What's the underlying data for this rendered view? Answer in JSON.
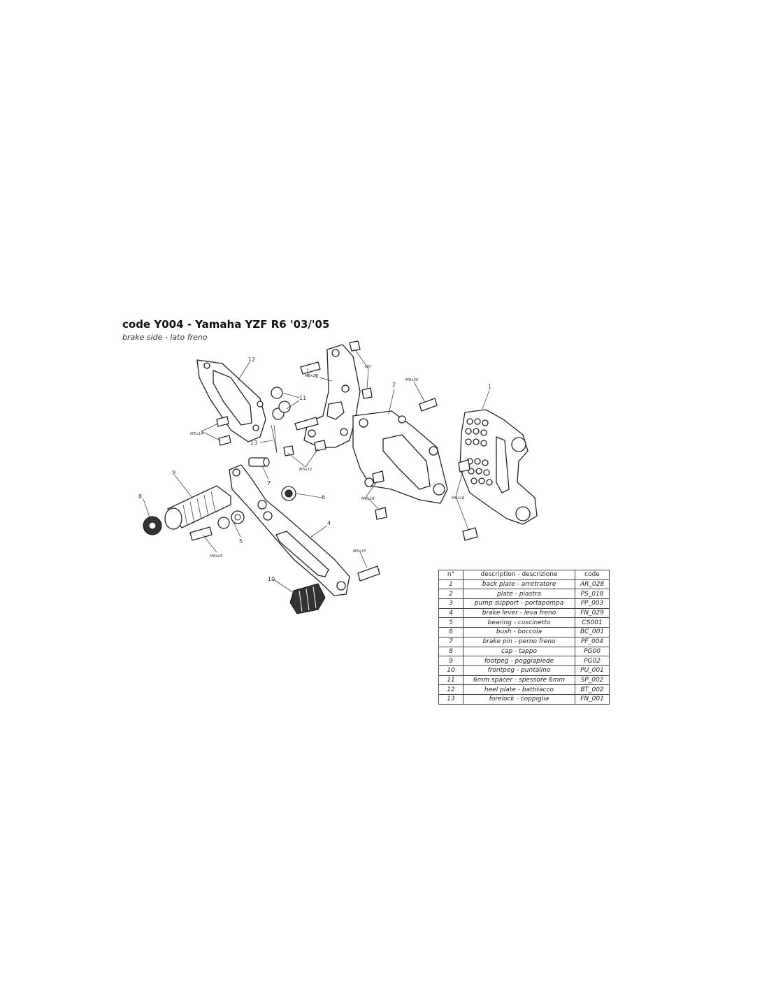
{
  "header": {
    "title": "code Y004 - Yamaha YZF R6 '03/'05",
    "subtitle": "brake side - lato freno"
  },
  "callouts": {
    "n1": "1",
    "n2": "2",
    "n3": "3",
    "n4": "4",
    "n5": "5",
    "n6": "6",
    "n7": "7",
    "n8": "8",
    "n9": "9",
    "n10": "10",
    "n11": "11",
    "n12": "12",
    "n13": "13"
  },
  "bolts": {
    "m6x30": "M6x30",
    "m6x20": "M6x20",
    "m6": "M6",
    "m5x14": "M5x14",
    "m5x12": "M5x12",
    "m6x16_a": "M6x16",
    "m6x16_b": "M6x16",
    "m8x25": "M8x25",
    "m6x35": "M6x35"
  },
  "table": {
    "headers": [
      "n°",
      "description - descrizione",
      "code"
    ],
    "rows": [
      [
        "1",
        "back plate - arretratore",
        "AR_028"
      ],
      [
        "2",
        "plate - piastra",
        "PS_018"
      ],
      [
        "3",
        "pump support - portapompa",
        "PP_003"
      ],
      [
        "4",
        "brake lever - leva freno",
        "FN_029"
      ],
      [
        "5",
        "bearing - cuscinetto",
        "CS001"
      ],
      [
        "6",
        "bush - boccola",
        "BC_001"
      ],
      [
        "7",
        "brake pin - perno freno",
        "PF_004"
      ],
      [
        "8",
        "cap - tappo",
        "PG00"
      ],
      [
        "9",
        "footpeg - poggiapiede",
        "PG02"
      ],
      [
        "10",
        "frontpeg - puntalino",
        "PU_001"
      ],
      [
        "11",
        "6mm spacer - spessore 6mm",
        "SP_002"
      ],
      [
        "12",
        "heel plate - battitacco",
        "BT_002"
      ],
      [
        "13",
        "forelock - coppiglia",
        "FN_001"
      ]
    ]
  }
}
